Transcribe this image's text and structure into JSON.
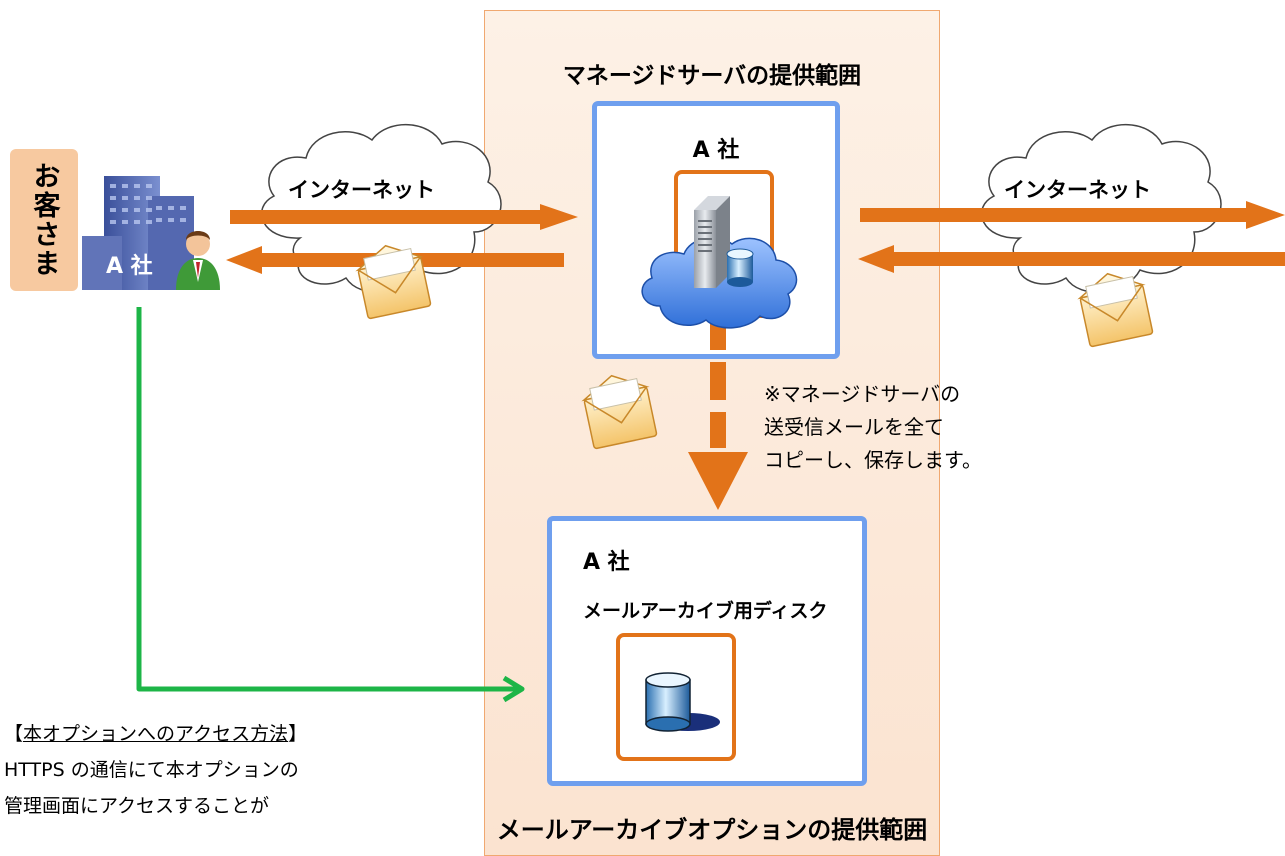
{
  "zone_title_top": "マネージドサーバの提供範囲",
  "zone_title_bottom": "メールアーカイブオプションの提供範囲",
  "customer_label": "お客さま",
  "company_label": "A 社",
  "server_box": {
    "company": "A 社"
  },
  "archive_box": {
    "company": "A 社",
    "title": "メールアーカイブ用ディスク"
  },
  "cloud_left_label": "インターネット",
  "cloud_right_label": "インターネット",
  "copy_note": [
    "※マネージドサーバの",
    "送受信メールを全て",
    "コピーし、保存します。"
  ],
  "access_note": {
    "heading_open": "【",
    "heading": "本オプションへのアクセス方法",
    "heading_close": "】",
    "lines": [
      "HTTPS の通信にて本オプションの",
      "管理画面にアクセスすることが"
    ]
  },
  "colors": {
    "arrow_orange": "#e27319",
    "access_green": "#1db547",
    "box_blue": "#6f9fee",
    "zone_fill": "#fbe3d0"
  },
  "icons": [
    "building-icon",
    "user-icon",
    "server-icon",
    "cloud-icon",
    "database-icon",
    "envelope-icon"
  ]
}
